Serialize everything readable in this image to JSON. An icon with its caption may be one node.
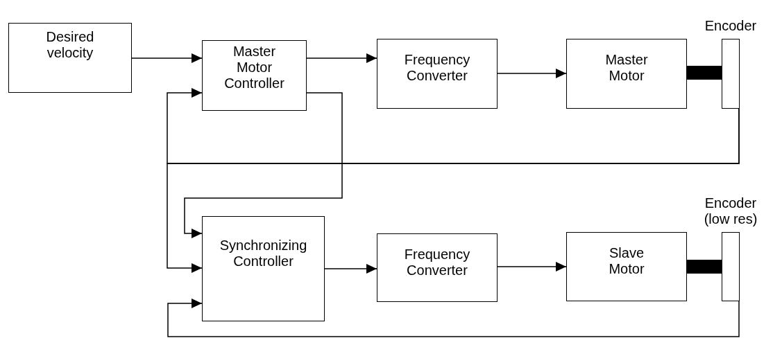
{
  "diagram": {
    "nodes": [
      {
        "text": [
          "Desired velocity"
        ]
      },
      {
        "text": [
          "Master Motor Controller"
        ]
      },
      {
        "text": [
          "Frequency Converter"
        ]
      },
      {
        "text": [
          "Master Motor"
        ]
      },
      {
        "text": [
          "Encoder"
        ]
      },
      {
        "text": [
          "Synchronizing Controller"
        ]
      },
      {
        "text": [
          "Frequency Converter"
        ]
      },
      {
        "text": [
          "Slave Motor"
        ]
      },
      {
        "text": [
          "Encoder (low res)"
        ]
      }
    ],
    "edges": [
      {
        "from": 0,
        "to": 1,
        "arrow": "to"
      },
      {
        "from": 1,
        "to": 2,
        "arrow": "to"
      },
      {
        "from": 2,
        "to": 3,
        "arrow": "to"
      },
      {
        "from": 3,
        "to": 4,
        "arrow": "none",
        "style": "thick"
      },
      {
        "from": 4,
        "to": 1,
        "arrow": "to"
      },
      {
        "from": 4,
        "to": 5,
        "arrow": "to"
      },
      {
        "from": 1,
        "to": 5,
        "arrow": "to"
      },
      {
        "from": 5,
        "to": 6,
        "arrow": "to"
      },
      {
        "from": 6,
        "to": 7,
        "arrow": "to"
      },
      {
        "from": 7,
        "to": 8,
        "arrow": "none",
        "style": "thick"
      },
      {
        "from": 8,
        "to": 5,
        "arrow": "to"
      }
    ]
  }
}
